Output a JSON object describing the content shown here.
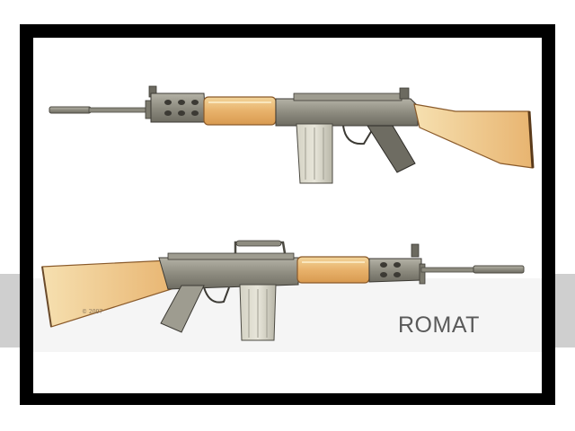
{
  "caption": "ROMAT",
  "signature": "© 2007",
  "illustration": {
    "subject": "rifle-drawings",
    "count": 2,
    "colors": {
      "metal": "#8c8a7c",
      "metal_dark": "#4c4a42",
      "wood": "#e6b06c",
      "wood_light": "#f6dba4",
      "frame": "#000000"
    }
  }
}
